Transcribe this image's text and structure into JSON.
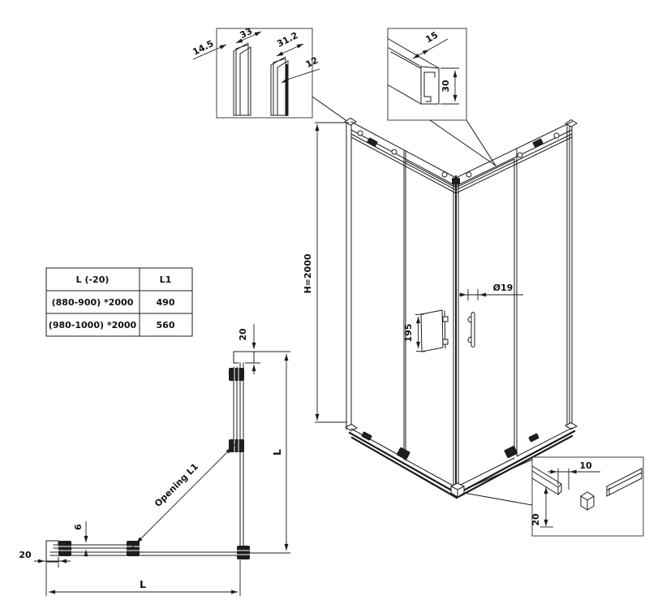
{
  "colors": {
    "line": "#1c1c1c",
    "background": "#ffffff",
    "text": "#121212"
  },
  "detail_wall_profiles": {
    "depth": "14.5",
    "outer_width": "33",
    "inner_width": "31.2",
    "glass_gap": "12"
  },
  "detail_top_rail": {
    "width": "15",
    "height": "30"
  },
  "detail_bottom_rail": {
    "width": "10",
    "height": "20"
  },
  "main_view": {
    "height": "H=2000",
    "handle_bar_diameter": "Ø19",
    "handle_plate_length": "195"
  },
  "size_table": {
    "headers": [
      "L (-20)",
      "L1"
    ],
    "rows": [
      [
        "(880-900) *2000",
        "490"
      ],
      [
        "(980-1000) *2000",
        "560"
      ]
    ]
  },
  "plan_view": {
    "wall_profile_adjust": "20",
    "wall_profile_adjust_top": "20",
    "glass_thickness": "6",
    "width_label": "L",
    "depth_label": "L",
    "opening_label": "Opening L1"
  }
}
